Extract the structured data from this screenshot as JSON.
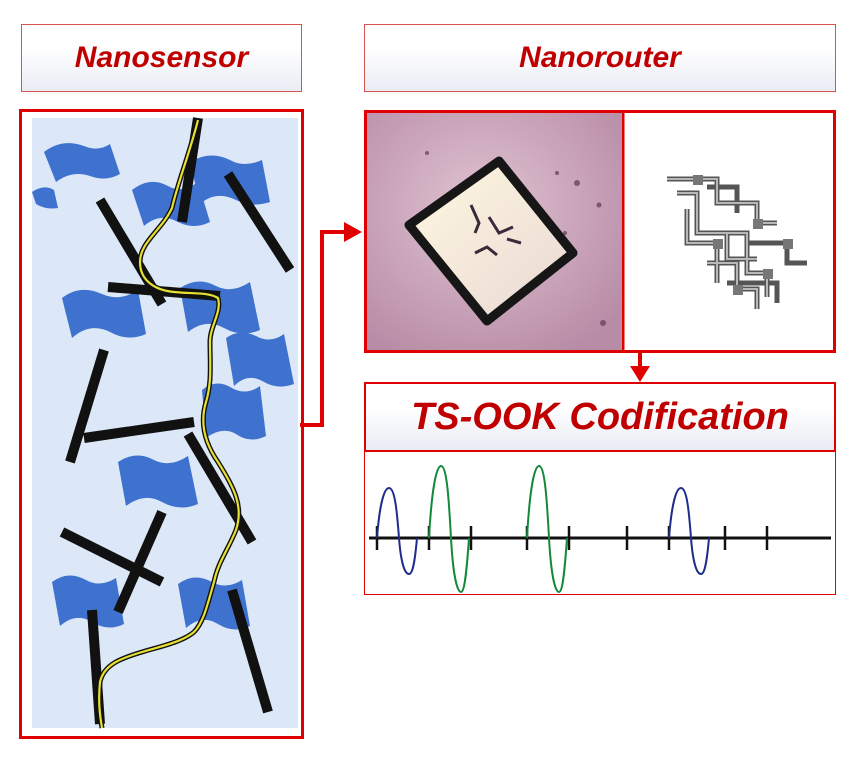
{
  "labels": {
    "nanosensor": "Nanosensor",
    "nanorouter": "Nanorouter",
    "tsook": "TS-OOK Codification"
  },
  "colors": {
    "accent": "#e00000",
    "title_text": "#c00000",
    "sensor_background": "#dce8f7",
    "flake": "#3f72cf",
    "nanotube": "#111111",
    "path": "#e6e030",
    "pulse_one": "#1f2d8a",
    "pulse_zero": "#138a3a",
    "micro_background": "#c9a3b8"
  },
  "signal": {
    "pulse_sequence": [
      "one",
      "zero",
      "zero",
      "one"
    ]
  }
}
